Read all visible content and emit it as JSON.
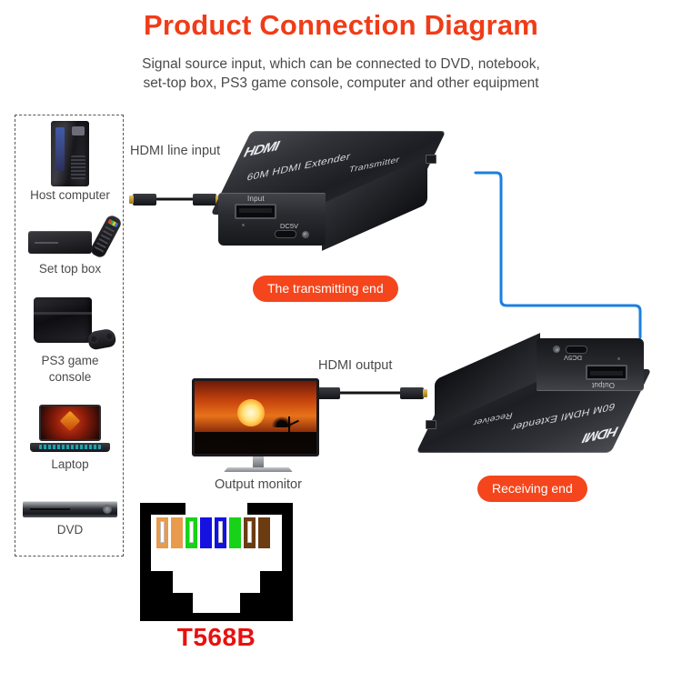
{
  "header": {
    "title": "Product Connection Diagram",
    "subtitle_line1": "Signal source input, which can be connected to DVD, notebook,",
    "subtitle_line2": "set-top box, PS3 game console, computer and other equipment",
    "title_color": "#f03c18"
  },
  "sources": {
    "items": [
      {
        "label": "Host computer",
        "icon": "desktop-tower-icon"
      },
      {
        "label": "Set top box",
        "icon": "set-top-box-icon"
      },
      {
        "label": "PS3 game",
        "label2": "console",
        "icon": "game-console-icon"
      },
      {
        "label": "Laptop",
        "icon": "laptop-icon"
      },
      {
        "label": "DVD",
        "icon": "dvd-player-icon"
      }
    ]
  },
  "cables": {
    "hdmi_input_label": "HDMI line input",
    "hdmi_output_label": "HDMI output",
    "lan_color": "#1b7fe0",
    "hdmi_color": "#151515"
  },
  "transmitter": {
    "brand": "HDMI",
    "model": "60M HDMI Extender",
    "role": "Transmitter",
    "port_label": "Input",
    "power_label": "DC5V",
    "pill": "The transmitting end"
  },
  "receiver": {
    "brand": "HDMI",
    "model": "60M HDMI Extender",
    "role": "Receiver",
    "port_label": "Output",
    "power_label": "DC5V",
    "pill": "Receiving end"
  },
  "monitor": {
    "label": "Output monitor"
  },
  "rj45": {
    "label": "T568B",
    "label_color": "#e8100f",
    "pins": [
      {
        "pin": 1,
        "name": "white/orange",
        "base": "#e89a4d",
        "stripe": true
      },
      {
        "pin": 2,
        "name": "orange",
        "base": "#e89a4d",
        "stripe": false
      },
      {
        "pin": 3,
        "name": "white/green",
        "base": "#18d21a",
        "stripe": true
      },
      {
        "pin": 4,
        "name": "blue",
        "base": "#1511e0",
        "stripe": false
      },
      {
        "pin": 5,
        "name": "white/blue",
        "base": "#1511e0",
        "stripe": true
      },
      {
        "pin": 6,
        "name": "green",
        "base": "#18d21a",
        "stripe": false
      },
      {
        "pin": 7,
        "name": "white/brown",
        "base": "#6b3b12",
        "stripe": true
      },
      {
        "pin": 8,
        "name": "brown",
        "base": "#6b3b12",
        "stripe": false
      }
    ]
  }
}
